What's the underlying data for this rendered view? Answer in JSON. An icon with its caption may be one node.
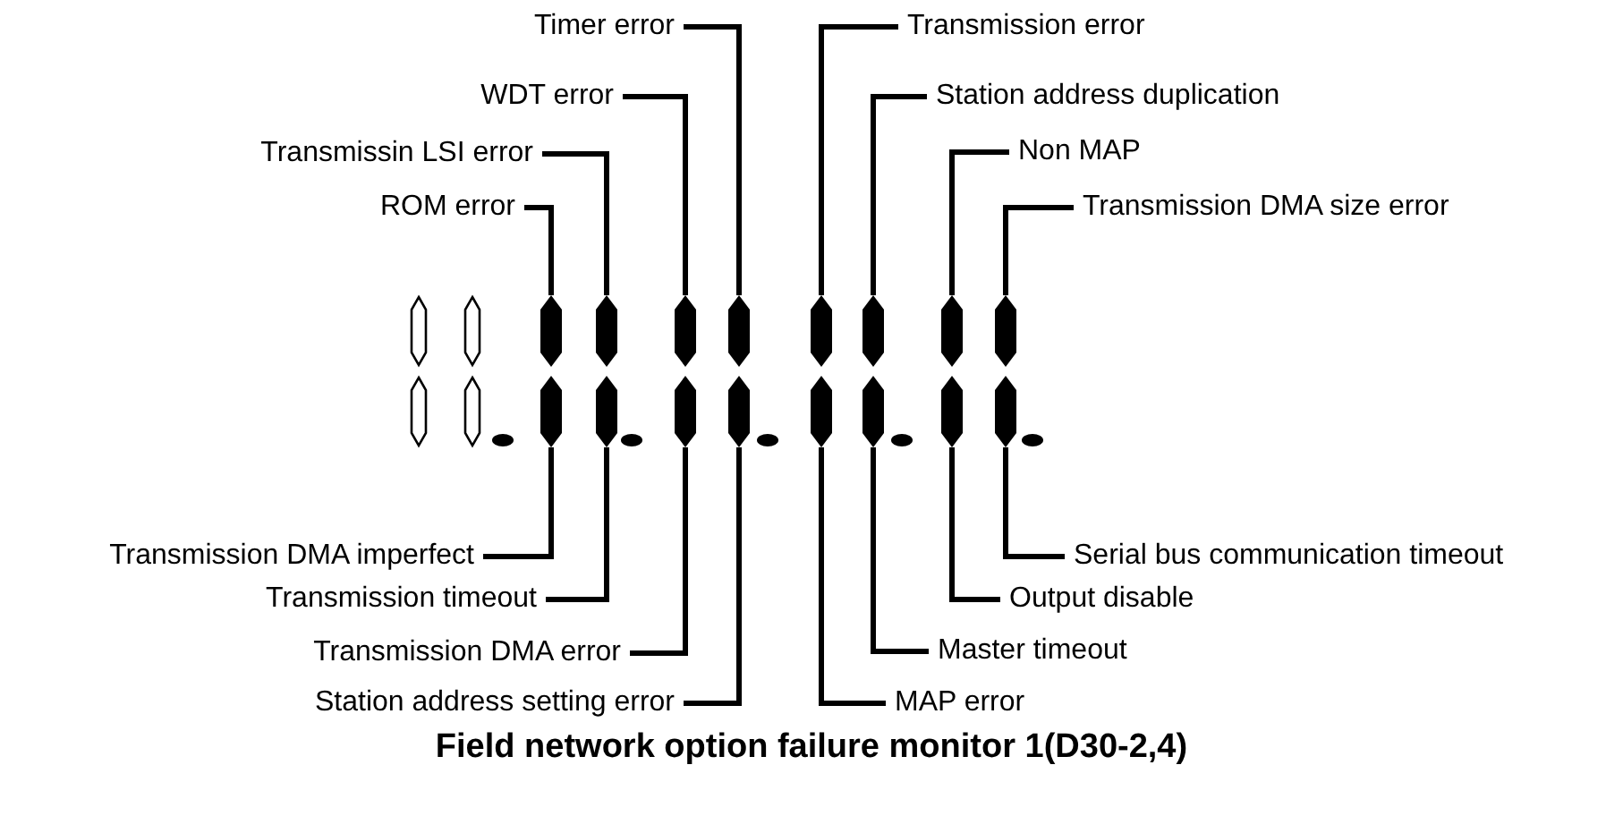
{
  "diagram": {
    "caption": "Field network option failure monitor 1(D30-2,4)",
    "nodes": [
      {
        "text": [
          "ROM error"
        ]
      },
      {
        "text": [
          "Transmissin LSI error"
        ]
      },
      {
        "text": [
          "WDT error"
        ]
      },
      {
        "text": [
          "Timer error"
        ]
      },
      {
        "text": [
          "Transmission error"
        ]
      },
      {
        "text": [
          "Station address duplication"
        ]
      },
      {
        "text": [
          "Non MAP"
        ]
      },
      {
        "text": [
          "Transmission DMA size error"
        ]
      },
      {
        "text": [],
        "shape": "bar"
      },
      {
        "text": [],
        "shape": "bar"
      },
      {
        "text": [],
        "shape": "bar"
      },
      {
        "text": [],
        "shape": "bar"
      },
      {
        "text": [],
        "shape": "bar"
      },
      {
        "text": [],
        "shape": "bar"
      },
      {
        "text": [],
        "shape": "bar"
      },
      {
        "text": [],
        "shape": "bar"
      },
      {
        "text": [],
        "shape": "bar"
      },
      {
        "text": [],
        "shape": "bar"
      },
      {
        "text": [],
        "shape": "bar"
      },
      {
        "text": [],
        "shape": "bar"
      },
      {
        "text": [],
        "shape": "bar"
      },
      {
        "text": [],
        "shape": "bar"
      },
      {
        "text": [],
        "shape": "bar"
      },
      {
        "text": [],
        "shape": "bar"
      },
      {
        "text": [
          "Transmission DMA imperfect"
        ]
      },
      {
        "text": [
          "Transmission timeout"
        ]
      },
      {
        "text": [
          "Transmission DMA error"
        ]
      },
      {
        "text": [
          "Station address setting error"
        ]
      },
      {
        "text": [
          "MAP error"
        ]
      },
      {
        "text": [
          "Master timeout"
        ]
      },
      {
        "text": [
          "Output disable"
        ]
      },
      {
        "text": [
          "Serial bus communication timeout"
        ]
      }
    ],
    "edges": [
      {
        "from": 0,
        "to": 8,
        "arrow": "none"
      },
      {
        "from": 1,
        "to": 9,
        "arrow": "none"
      },
      {
        "from": 2,
        "to": 10,
        "arrow": "none"
      },
      {
        "from": 3,
        "to": 11,
        "arrow": "none"
      },
      {
        "from": 4,
        "to": 12,
        "arrow": "none"
      },
      {
        "from": 5,
        "to": 13,
        "arrow": "none"
      },
      {
        "from": 6,
        "to": 14,
        "arrow": "none"
      },
      {
        "from": 7,
        "to": 15,
        "arrow": "none"
      },
      {
        "from": 24,
        "to": 16,
        "arrow": "none"
      },
      {
        "from": 25,
        "to": 17,
        "arrow": "none"
      },
      {
        "from": 26,
        "to": 18,
        "arrow": "none"
      },
      {
        "from": 27,
        "to": 19,
        "arrow": "none"
      },
      {
        "from": 28,
        "to": 20,
        "arrow": "none"
      },
      {
        "from": 29,
        "to": 21,
        "arrow": "none"
      },
      {
        "from": 30,
        "to": 22,
        "arrow": "none"
      },
      {
        "from": 31,
        "to": 23,
        "arrow": "none"
      }
    ]
  }
}
